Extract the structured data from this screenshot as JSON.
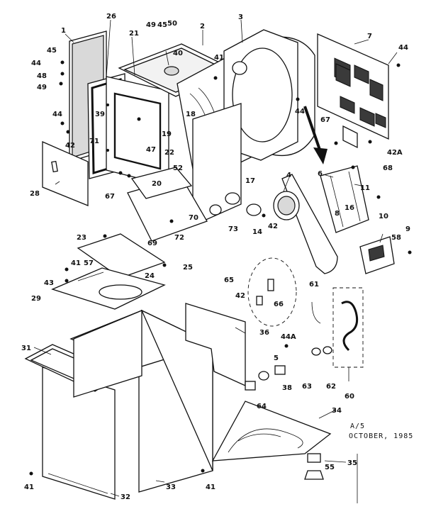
{
  "diagram": {
    "note": {
      "line1": "A/5",
      "line2": "OCTOBER, 1985"
    },
    "callouts": {
      "c1": "1",
      "c2": "2",
      "c3": "3",
      "c4": "4",
      "c5": "5",
      "c6": "6",
      "c7": "7",
      "c8": "8",
      "c9": "9",
      "c10": "10",
      "c11": "11",
      "c14": "14",
      "c16": "16",
      "c17": "17",
      "c18": "18",
      "c19": "19",
      "c20": "20",
      "c21": "21",
      "c22": "22",
      "c23": "23",
      "c24": "24",
      "c25": "25",
      "c26": "26",
      "c28": "28",
      "c29": "29",
      "c31": "31",
      "c32": "32",
      "c33": "33",
      "c34": "34",
      "c35": "35",
      "c36": "36",
      "c38": "38",
      "c39": "39",
      "c40": "40",
      "c41a": "41",
      "c41b": "41",
      "c41c": "41",
      "c41d": "41",
      "c42a": "42",
      "c42b": "42",
      "c42c": "42",
      "c42A": "42A",
      "c43": "43",
      "c44a": "44",
      "c44b": "44",
      "c44c": "44",
      "c44d": "44",
      "c44A": "44A",
      "c45a": "45",
      "c45b": "45",
      "c47": "47",
      "c48": "48",
      "c49a": "49",
      "c49b": "49",
      "c50": "50",
      "c52": "52",
      "c55": "55",
      "c57": "57",
      "c58": "58",
      "c60": "60",
      "c61": "61",
      "c62": "62",
      "c63": "63",
      "c64": "64",
      "c65": "65",
      "c66": "66",
      "c67a": "67",
      "c67b": "67",
      "c68": "68",
      "c69": "69",
      "c70": "70",
      "c71": "71",
      "c72": "72",
      "c73": "73"
    }
  }
}
